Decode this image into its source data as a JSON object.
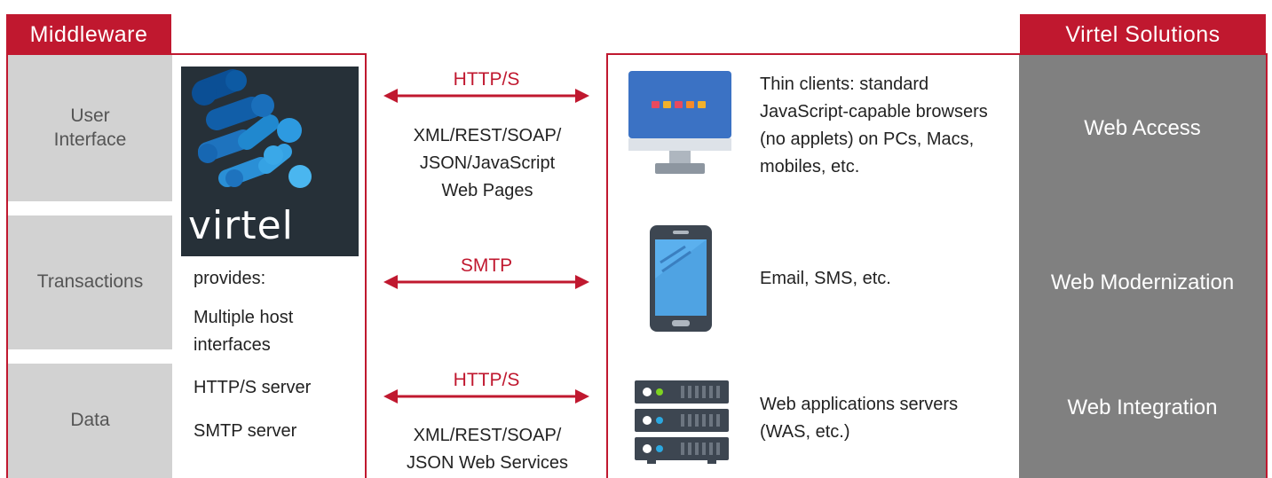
{
  "headers": {
    "left": "Middleware",
    "right": "Virtel Solutions"
  },
  "layers": [
    "User Interface",
    "Transactions",
    "Data"
  ],
  "logo": {
    "word": "virtel"
  },
  "middleware_list": {
    "provides": "provides:",
    "item1": "Multiple host interfaces",
    "item2": "HTTP/S server",
    "item3": "SMTP server"
  },
  "connections": [
    {
      "protocol": "HTTP/S",
      "line1": "XML/REST/SOAP/",
      "line2": "JSON/JavaScript",
      "line3": "Web Pages"
    },
    {
      "protocol": "SMTP"
    },
    {
      "protocol": "HTTP/S",
      "line1": "XML/REST/SOAP/",
      "line2": "JSON Web Services"
    }
  ],
  "clients": {
    "thin": "Thin clients: standard JavaScript-capable browsers (no applets) on PCs, Macs, mobiles, etc.",
    "mobile": "Email, SMS, etc.",
    "servers": "Web applications servers (WAS, etc.)"
  },
  "solutions": [
    "Web Access",
    "Web Modernization",
    "Web Integration"
  ],
  "colors": {
    "brand_red": "#c0182f",
    "layer_gray": "#d2d2d2",
    "solution_gray": "#808080",
    "logo_bg": "#263038",
    "logo_blue": "#1e73be"
  },
  "icons": [
    "virtel-logo",
    "desktop-monitor-icon",
    "smartphone-icon",
    "server-rack-icon",
    "double-arrow-icon"
  ]
}
